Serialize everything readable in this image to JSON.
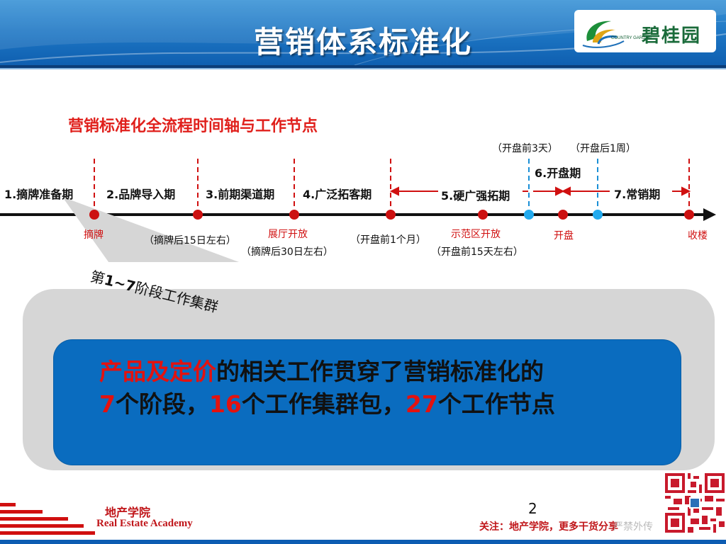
{
  "header": {
    "title": "营销体系标准化",
    "logo_text": "碧桂园",
    "logo_sub": "COUNTRY GARDEN"
  },
  "subtitle": "营销标准化全流程时间轴与工作节点",
  "timeline": {
    "stages": [
      "1.摘牌准备期",
      "2.品牌导入期",
      "3.前期渠道期",
      "4.广泛拓客期",
      "5.硬广强拓期",
      "6.开盘期",
      "7.常销期"
    ],
    "milestones": [
      "摘牌",
      "展厅开放",
      "示范区开放",
      "开盘",
      "收楼"
    ],
    "notes": [
      "（摘牌后15日左右）",
      "（摘牌后30日左右）",
      "（开盘前1个月）",
      "（开盘前15天左右）",
      "（开盘前3天）",
      "（开盘后1周）"
    ]
  },
  "callout": {
    "cluster_label_prefix": "第",
    "cluster_label_bold": "1~7",
    "cluster_label_suffix": "阶段工作集群",
    "line1_red": "产品及定价",
    "line1_rest": "的相关工作贯穿了营销标准化的",
    "line2_n1": "7",
    "line2_t1": "个阶段，",
    "line2_n2": "16",
    "line2_t2": "个工作集群包，",
    "line2_n3": "27",
    "line2_t3": "个工作节点"
  },
  "footer": {
    "academy_cn": "地产学院",
    "academy_en": "Real Estate Academy",
    "page_number": "2",
    "follow_text": "关注：地产学院，更多干货分享",
    "watermark": "严禁外传"
  },
  "colors": {
    "header_blue": "#1c74c2",
    "accent_red": "#e0201c",
    "callout_blue": "#0a6cbf",
    "callout_gray": "#d6d6d6",
    "milestone_red": "#cc1111",
    "milestone_cyan": "#22aaee"
  }
}
